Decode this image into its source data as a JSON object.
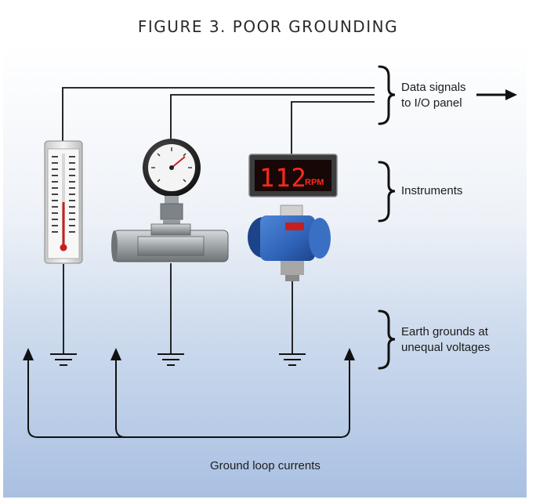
{
  "figure": {
    "title": "FIGURE 3. POOR GROUNDING"
  },
  "labels": {
    "data_signals_line1": "Data signals",
    "data_signals_line2": "to I/O panel",
    "instruments": "Instruments",
    "earth_grounds_line1": "Earth grounds at",
    "earth_grounds_line2": "unequal voltages",
    "ground_loop": "Ground loop currents"
  },
  "display": {
    "reading": "112",
    "unit": "RPM"
  },
  "colors": {
    "wire": "#111111",
    "display_digits": "#ff2a1a",
    "transmitter_blue": "#2f63b8",
    "pipe_gray": "#8e9396"
  }
}
